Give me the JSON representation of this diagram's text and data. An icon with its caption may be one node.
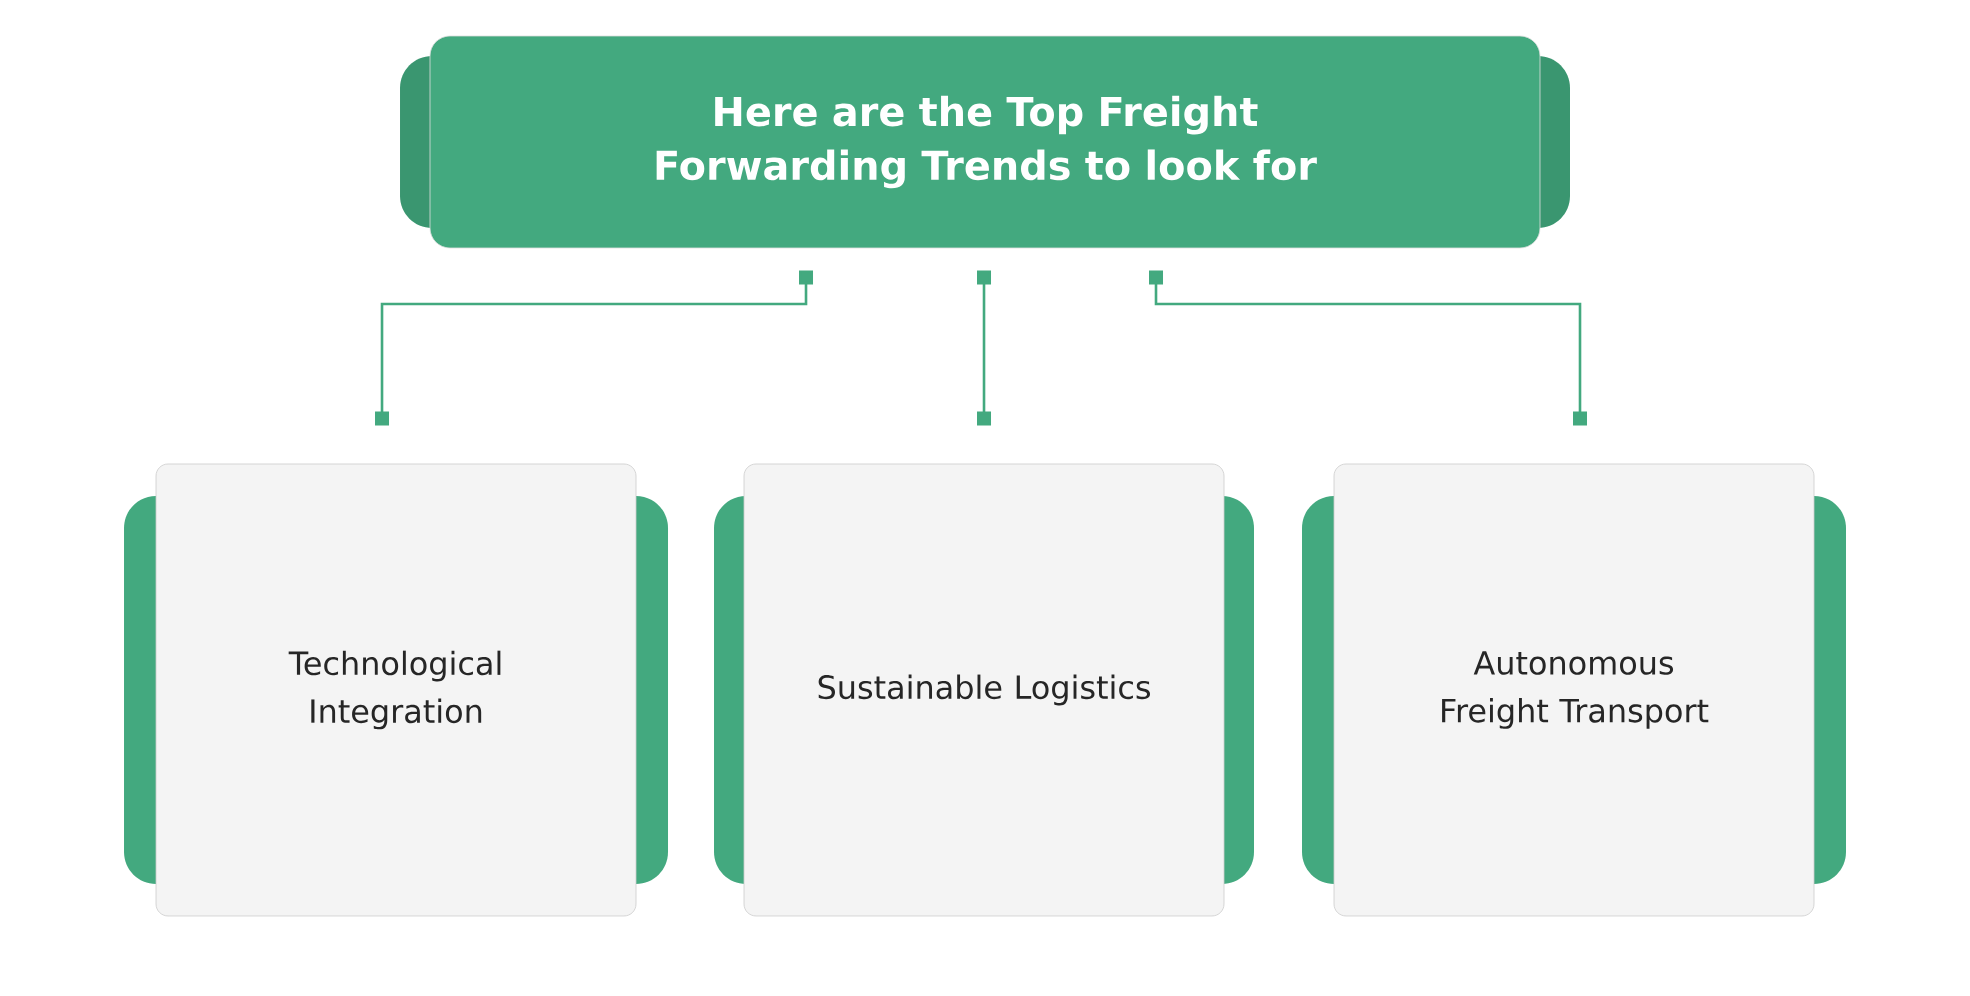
{
  "diagram": {
    "nodes": [
      {
        "text": [
          "Here are the Top Freight Forwarding Trends to look for"
        ]
      },
      {
        "text": [
          "Technological Integration"
        ]
      },
      {
        "text": [
          "Sustainable Logistics"
        ]
      },
      {
        "text": [
          "Autonomous Freight Transport"
        ]
      }
    ],
    "edges": [
      {
        "from": 0,
        "to": 1,
        "arrow": "other"
      },
      {
        "from": 0,
        "to": 2,
        "arrow": "other"
      },
      {
        "from": 0,
        "to": 3,
        "arrow": "other"
      }
    ]
  }
}
